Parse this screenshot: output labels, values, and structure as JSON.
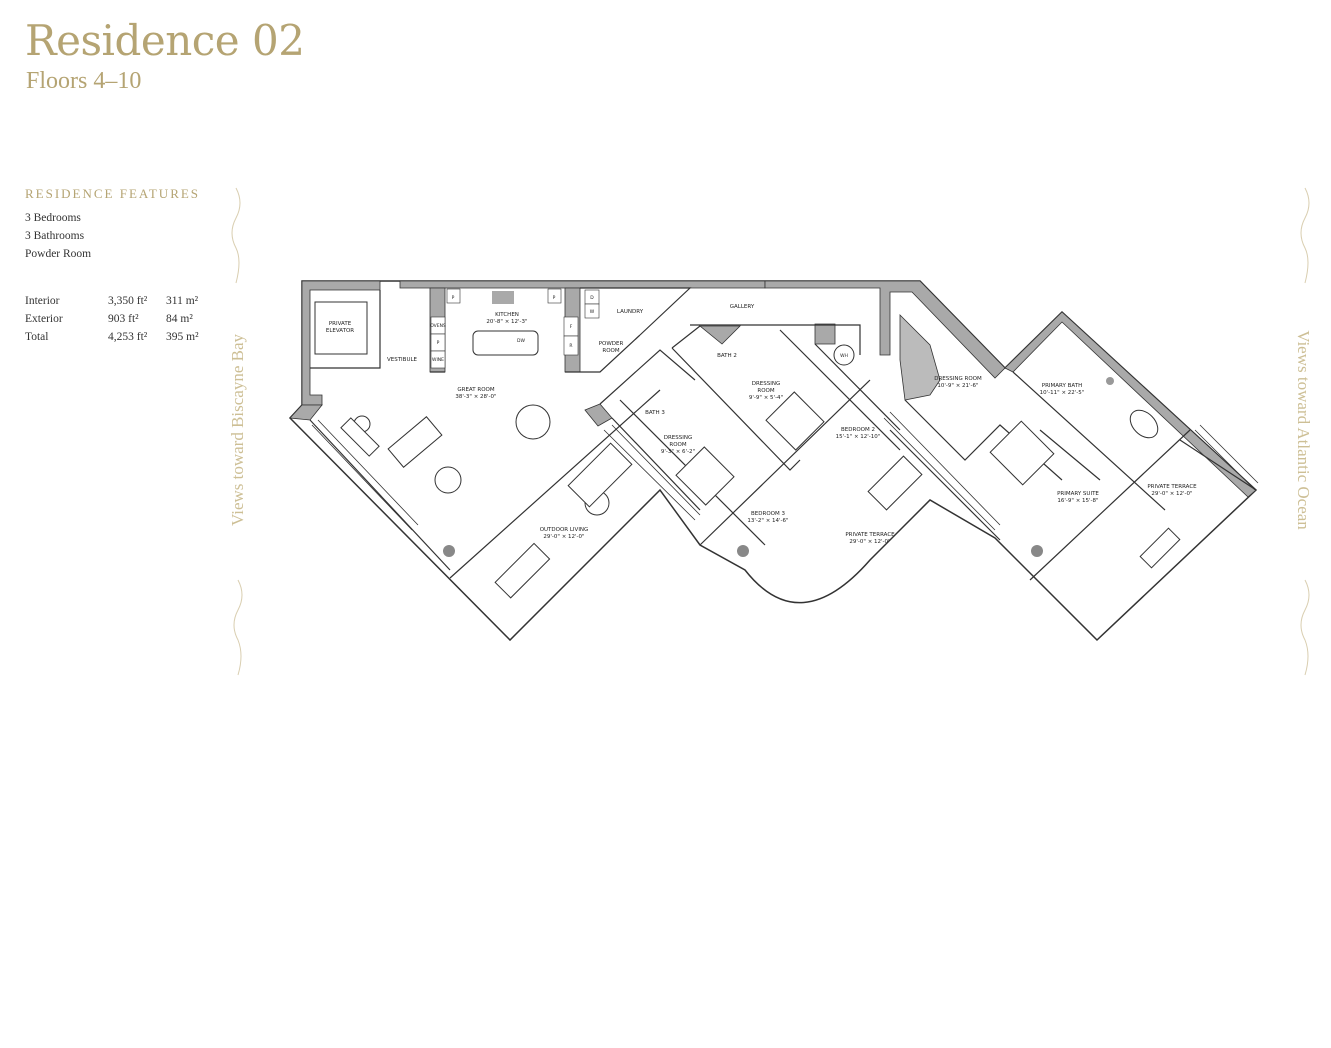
{
  "header": {
    "title": "Residence 02",
    "subtitle": "Floors 4–10"
  },
  "features": {
    "heading": "RESIDENCE FEATURES",
    "items": [
      "3 Bedrooms",
      "3 Bathrooms",
      "Powder Room"
    ],
    "areas": [
      {
        "label": "Interior",
        "ft": "3,350 ft²",
        "m": "311 m²"
      },
      {
        "label": "Exterior",
        "ft": "903 ft²",
        "m": "84 m²"
      },
      {
        "label": "Total",
        "ft": "4,253 ft²",
        "m": "395 m²"
      }
    ]
  },
  "views": {
    "left": "Views toward Biscayne Bay",
    "right": "Views toward Atlantic Ocean"
  },
  "colors": {
    "accent": "#b5a473",
    "wall": "#a9a9a9",
    "line": "#333333"
  },
  "plan": {
    "rooms": [
      {
        "name": "PRIVATE",
        "name2": "ELEVATOR"
      },
      {
        "name": "VESTIBULE"
      },
      {
        "name": "KITCHEN",
        "dim": "20'-8\" × 12'-3\""
      },
      {
        "name": "LAUNDRY"
      },
      {
        "name": "POWDER",
        "name2": "ROOM"
      },
      {
        "name": "GALLERY"
      },
      {
        "name": "GREAT ROOM",
        "dim": "38'-3\" × 28'-0\""
      },
      {
        "name": "BATH 3"
      },
      {
        "name": "DRESSING",
        "name2": "ROOM",
        "dim": "9'-3\" × 6'-2\""
      },
      {
        "name": "BATH 2"
      },
      {
        "name": "DRESSING",
        "name2": "ROOM",
        "dim": "9'-9\" × 5'-4\""
      },
      {
        "name": "BEDROOM 2",
        "dim": "15'-1\" × 12'-10\""
      },
      {
        "name": "BEDROOM 3",
        "dim": "13'-2\" × 14'-6\""
      },
      {
        "name": "OUTDOOR LIVING",
        "dim": "29'-0\" × 12'-0\""
      },
      {
        "name": "PRIVATE TERRACE",
        "dim": "29'-0\" × 12'-0\""
      },
      {
        "name": "DRESSING ROOM",
        "dim": "10'-9\" × 21'-6\""
      },
      {
        "name": "PRIMARY BATH",
        "dim": "10'-11\" × 22'-5\""
      },
      {
        "name": "PRIMARY SUITE",
        "dim": "16'-9\" × 15'-8\""
      },
      {
        "name": "PRIVATE TERRACE",
        "dim": "29'-0\" × 12'-0\""
      }
    ],
    "appliances": [
      "P",
      "P",
      "OVENS",
      "P",
      "WINE",
      "DW",
      "F",
      "R",
      "D",
      "W",
      "WH"
    ]
  }
}
